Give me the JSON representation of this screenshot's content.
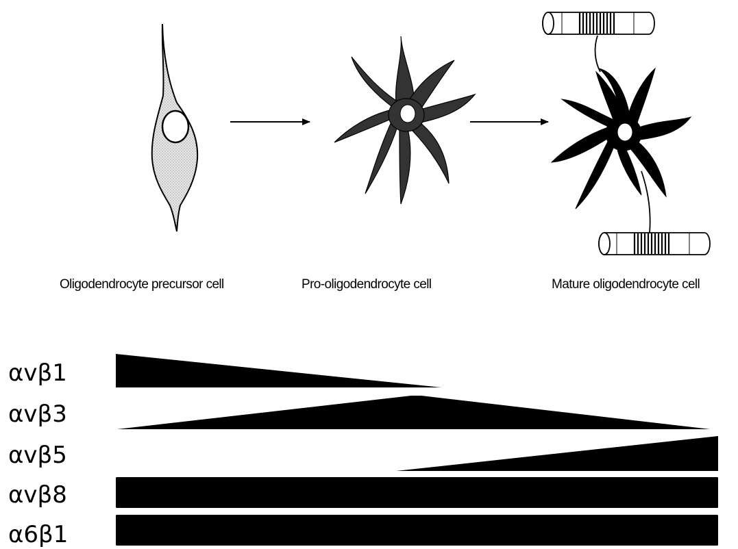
{
  "stages": [
    {
      "key": "opc",
      "label": "Oligodendrocyte precursor cell"
    },
    {
      "key": "pro",
      "label": "Pro-oligodendrocyte cell"
    },
    {
      "key": "mature",
      "label": "Mature oligodendrocyte cell"
    }
  ],
  "integrins": [
    {
      "key": "avb1",
      "label": "αvβ1",
      "profile": "decreasing from precursor to pro-oligodendrocyte stage"
    },
    {
      "key": "avb3",
      "label": "αvβ3",
      "profile": "peaks at pro-oligodendrocyte stage"
    },
    {
      "key": "avb5",
      "label": "αvβ5",
      "profile": "increasing from pro-oligodendrocyte to mature stage"
    },
    {
      "key": "avb8",
      "label": "αvβ8",
      "profile": "constant across all stages"
    },
    {
      "key": "a6b1",
      "label": "α6β1",
      "profile": "constant across all stages"
    }
  ],
  "colors": {
    "ink": "#000000",
    "opc_fill": "#d9d9d9",
    "pro_fill": "#333333",
    "mature_fill": "#000000",
    "background": "#ffffff"
  }
}
